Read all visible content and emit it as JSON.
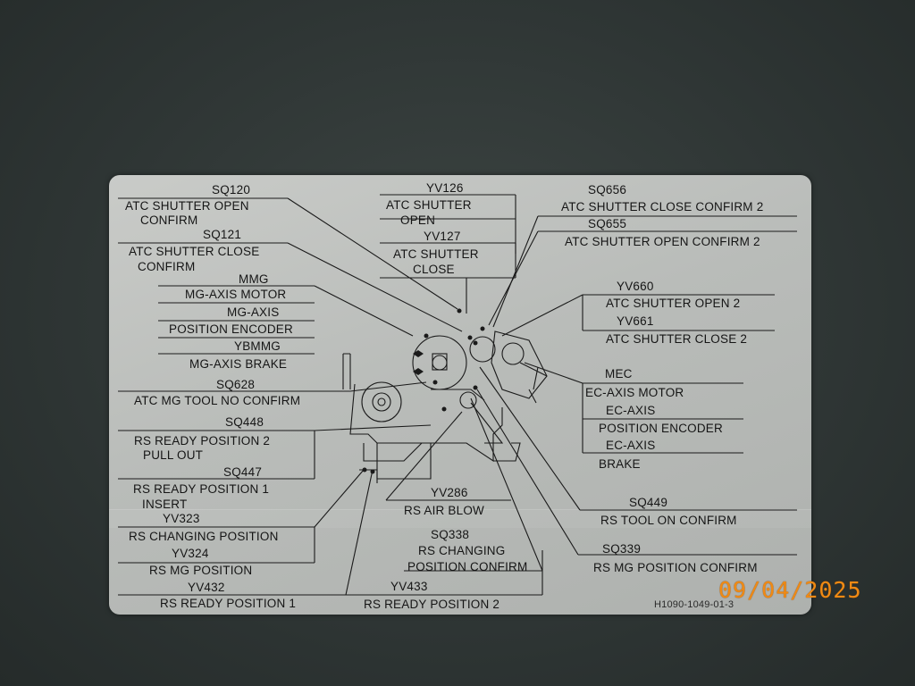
{
  "plate": {
    "labels": {
      "sq120": "SQ120",
      "atc_shutter_open_confirm_1": "ATC SHUTTER OPEN",
      "atc_shutter_open_confirm_2": "CONFIRM",
      "sq121": "SQ121",
      "atc_shutter_close_confirm_1": "ATC SHUTTER CLOSE",
      "atc_shutter_close_confirm_2": "CONFIRM",
      "mmg": "MMG",
      "mg_axis_motor": "MG-AXIS MOTOR",
      "mg_axis": "MG-AXIS",
      "position_encoder_mg": "POSITION ENCODER",
      "ybmmg": "YBMMG",
      "mg_axis_brake": "MG-AXIS BRAKE",
      "sq628": "SQ628",
      "atc_mg_tool_no_confirm": "ATC MG TOOL NO CONFIRM",
      "sq448": "SQ448",
      "rs_ready_position_2_pull_out_1": "RS READY POSITION 2",
      "rs_ready_position_2_pull_out_2": "PULL OUT",
      "sq447": "SQ447",
      "rs_ready_position_1_insert_1": "RS READY POSITION 1",
      "rs_ready_position_1_insert_2": "INSERT",
      "yv323": "YV323",
      "rs_changing_position": "RS CHANGING POSITION",
      "yv324": "YV324",
      "rs_mg_position": "RS MG POSITION",
      "yv432": "YV432",
      "rs_ready_position_1": "RS READY POSITION 1",
      "yv126": "YV126",
      "atc_shutter_open_1": "ATC SHUTTER",
      "atc_shutter_open_2": "OPEN",
      "yv127": "YV127",
      "atc_shutter_close_1": "ATC SHUTTER",
      "atc_shutter_close_2": "CLOSE",
      "sq656": "SQ656",
      "atc_shutter_close_confirm_2_label": "ATC SHUTTER CLOSE CONFIRM 2",
      "sq655": "SQ655",
      "atc_shutter_open_confirm_2_label": "ATC SHUTTER OPEN CONFIRM 2",
      "yv660": "YV660",
      "atc_shutter_open_2_label": "ATC SHUTTER OPEN 2",
      "yv661": "YV661",
      "atc_shutter_close_2_label": "ATC SHUTTER CLOSE 2",
      "mec": "MEC",
      "ec_axis_motor": "EC-AXIS MOTOR",
      "ec_axis_1": "EC-AXIS",
      "position_encoder_ec": "POSITION ENCODER",
      "ec_axis_2": "EC-AXIS",
      "brake": "BRAKE",
      "yv286": "YV286",
      "rs_air_blow": "RS AIR BLOW",
      "sq449": "SQ449",
      "rs_tool_on_confirm": "RS TOOL ON CONFIRM",
      "sq338": "SQ338",
      "rs_changing_1": "RS CHANGING",
      "position_confirm": "POSITION CONFIRM",
      "sq339": "SQ339",
      "rs_mg_position_confirm": "RS MG POSITION CONFIRM",
      "yv433": "YV433",
      "rs_ready_position_2": "RS READY POSITION 2",
      "doc_number": "H1090-1049-01-3"
    }
  },
  "photo_date_stamp": "09/04/2025",
  "colors": {
    "background": "#2e3534",
    "plate": "#bfc2bf",
    "ink": "#151515",
    "stamp": "#f08a14"
  }
}
